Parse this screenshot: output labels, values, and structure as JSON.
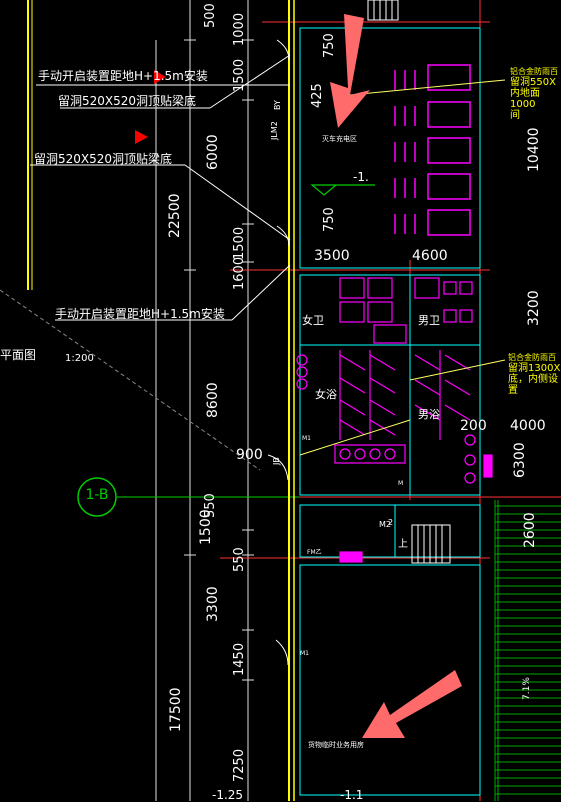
{
  "colors": {
    "background": "#000000",
    "wall": "#ffff00",
    "dimension": "#ffffff",
    "axis": "#ff3333",
    "fixture": "#ff00ff",
    "cyan": "#00ffff",
    "grid_green": "#00cc00",
    "arrow": "#ff3b3b",
    "flag": "#ff0000",
    "leader": "#ffff66"
  },
  "annotations": {
    "manual_open_top": "手动开启装置距地H+1.5m安装",
    "hole_top": "留洞520X520洞顶贴梁底",
    "hole_mid": "留洞520X520洞顶贴梁底",
    "manual_open_bottom": "手动开启装置距地H+1.5m安装",
    "plan_title": "平面图",
    "scale": "1:200",
    "axis_bubble": "1-B",
    "right_note_1a": "留洞550X",
    "right_note_1b": "内地面1000",
    "right_note_1c": "间",
    "right_note_1_head": "铝合金防雨百",
    "right_note_2_head": "铝合金防雨百",
    "right_note_2a": "留洞1300X",
    "right_note_2b": "底，内侧设置",
    "upper_room": "灭车充电区",
    "lower_room": "货物临时业务用房"
  },
  "rooms": {
    "womens_wc": "女卫",
    "mens_wc": "男卫",
    "womens_shower": "女浴",
    "mens_shower": "男浴"
  },
  "door_tags": {
    "jlm2": "JLM2",
    "m1": "M1",
    "m1b": "M1",
    "m2": "M2",
    "fm": "FM乙",
    "m": "M",
    "by": "BY",
    "jb": "JB"
  },
  "levels": {
    "upper": "-1.",
    "bottom_left": "-1.25",
    "bottom_right": "-1.1"
  },
  "stair": {
    "up": "上",
    "num": "2",
    "ramp_slope": "7.1%"
  },
  "dims_left_small": [
    "500",
    "1000",
    "1500",
    "425",
    "750",
    "750",
    "1500",
    "1600",
    "550",
    "550",
    "1450",
    "7250"
  ],
  "dims_left_big": [
    "6000",
    "22500",
    "8600",
    "1500",
    "3300",
    "17500"
  ],
  "dims_horizontal": [
    "3500",
    "4600",
    "900",
    "200",
    "4000"
  ],
  "dims_right": [
    "10400",
    "3200",
    "6300",
    "2600"
  ]
}
